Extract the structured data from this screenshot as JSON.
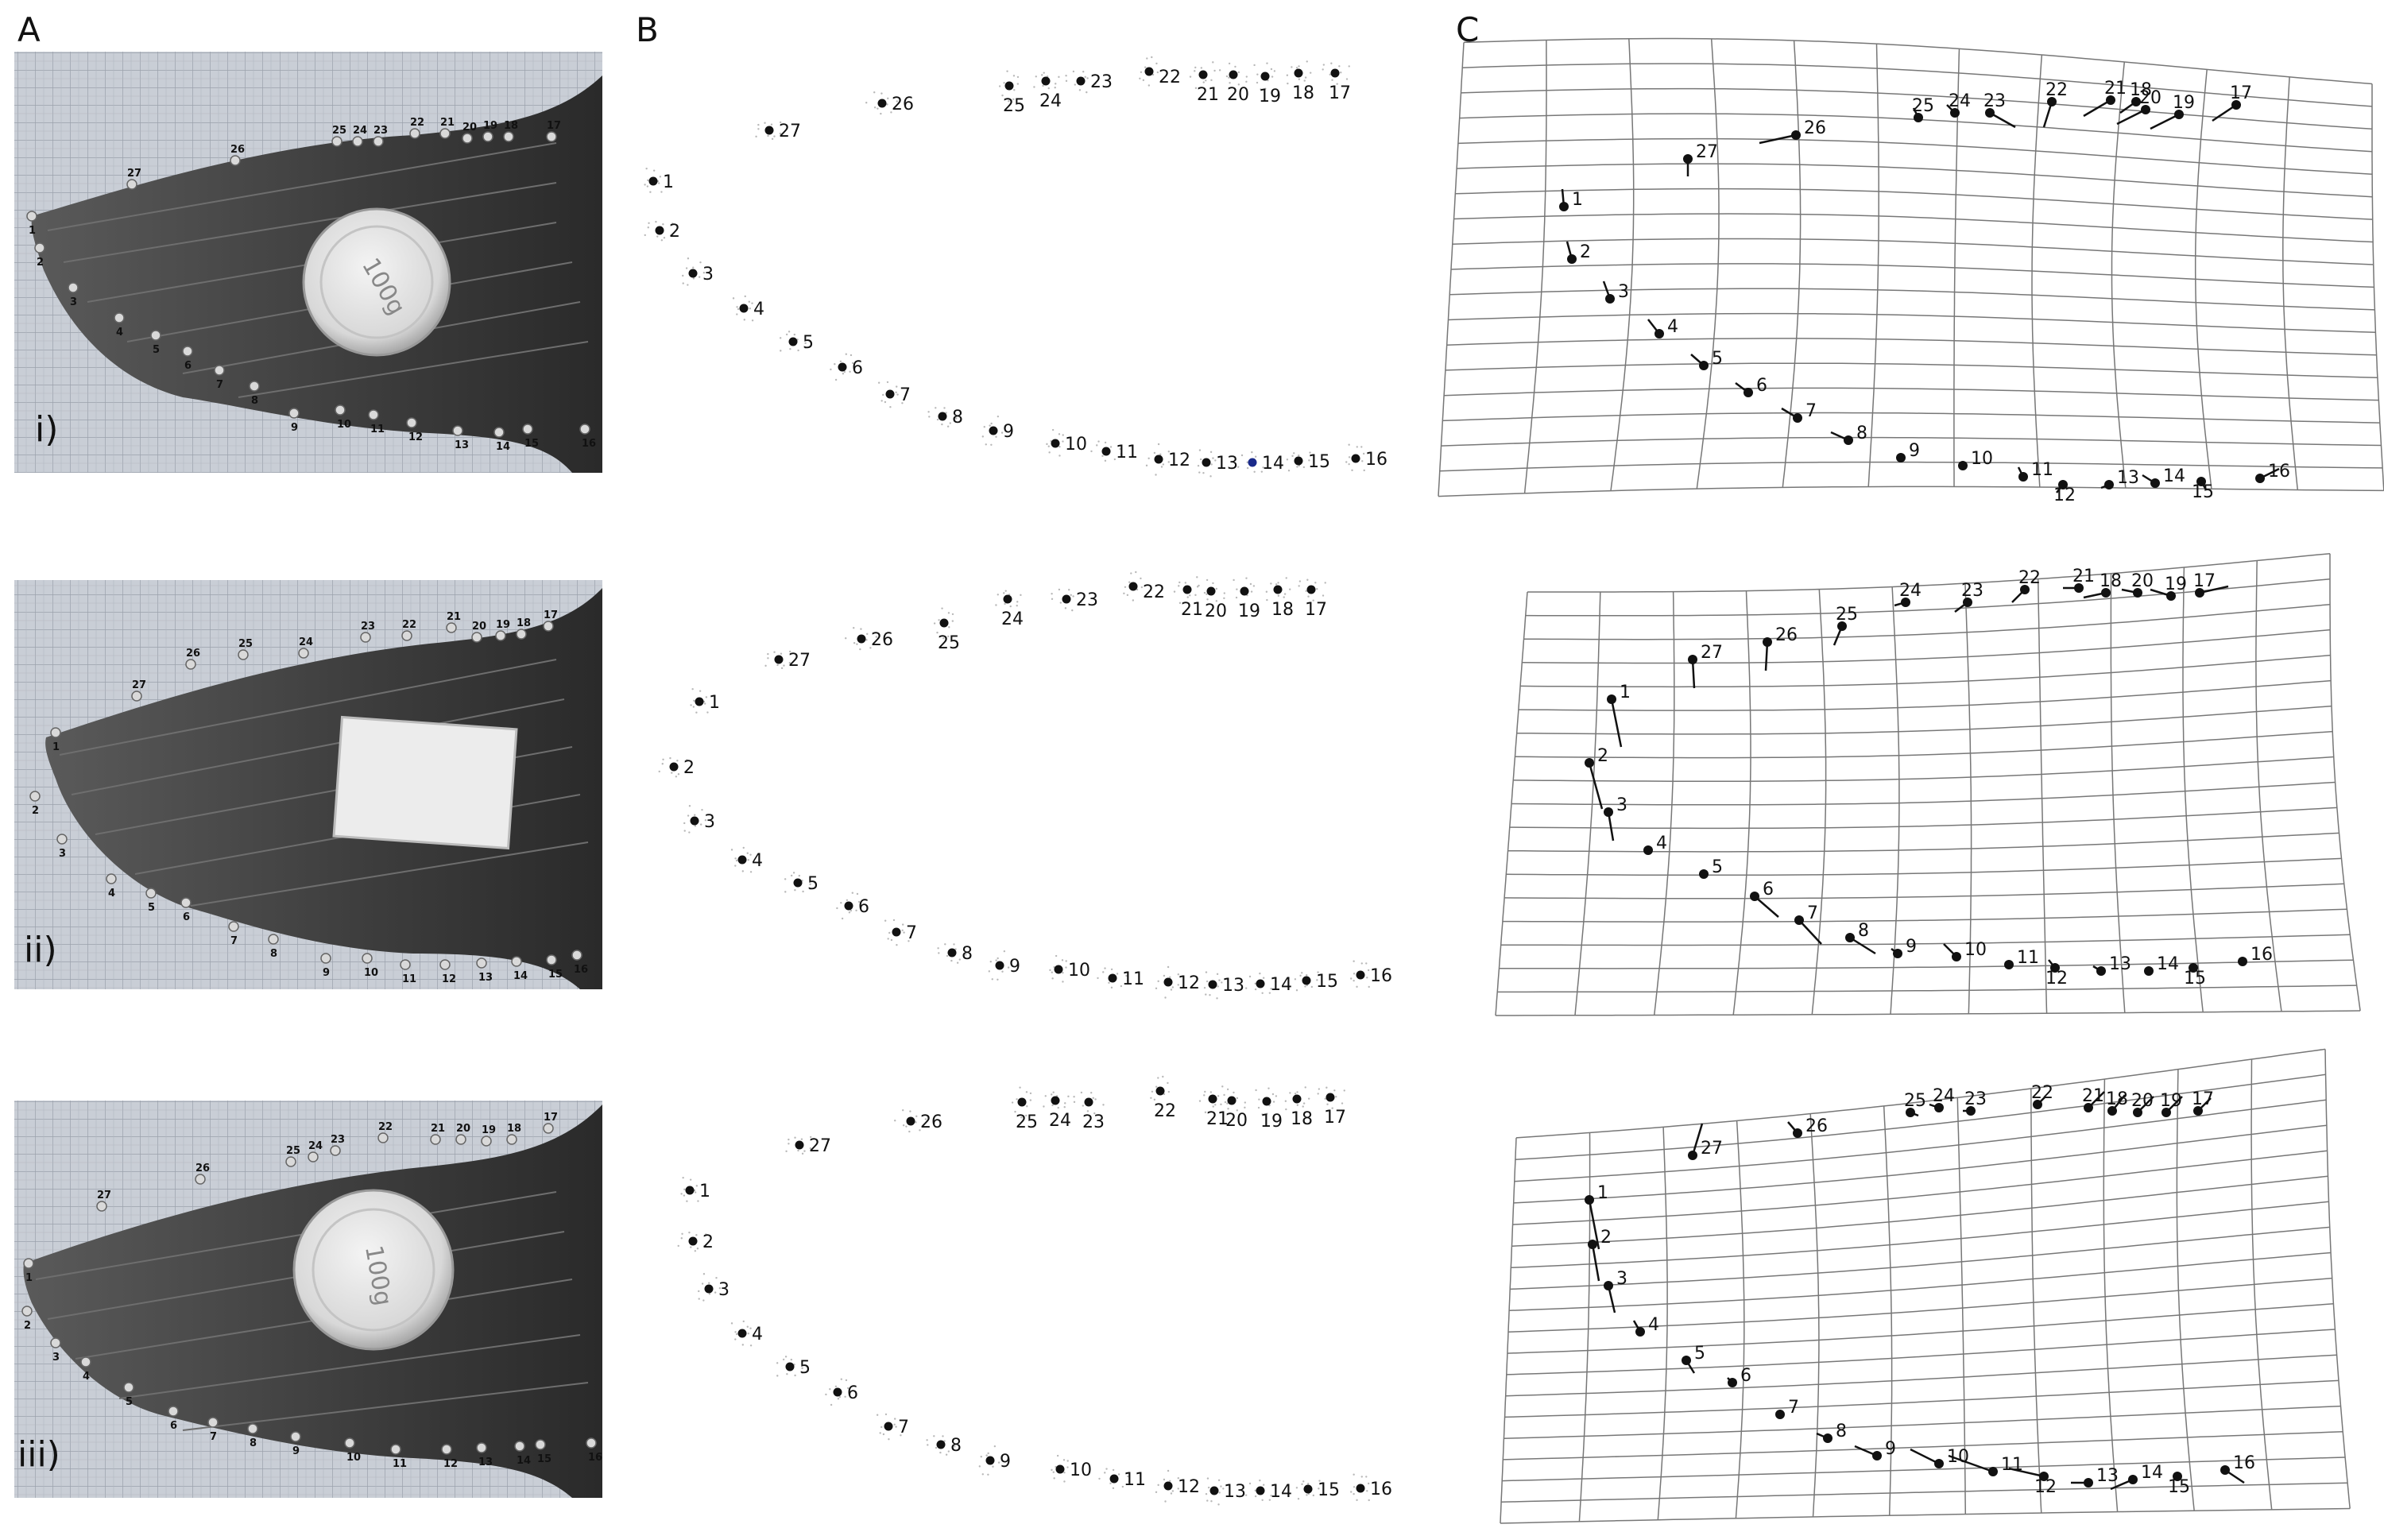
{
  "panels": [
    "A",
    "B",
    "C"
  ],
  "row_labels": [
    "i)",
    "ii)",
    "iii)"
  ],
  "weight_labels": [
    "100g",
    "",
    "100g"
  ],
  "landmarks": [
    "1",
    "2",
    "3",
    "4",
    "5",
    "6",
    "7",
    "8",
    "9",
    "10",
    "11",
    "12",
    "13",
    "14",
    "15",
    "16",
    "17",
    "18",
    "19",
    "20",
    "21",
    "22",
    "23",
    "24",
    "25",
    "26",
    "27"
  ],
  "colors": {
    "ink": "#111111",
    "grid": "#777777",
    "paper": "#c8ccd4",
    "wing": "#3a3a3a",
    "highlight": "#1a2a8a"
  }
}
